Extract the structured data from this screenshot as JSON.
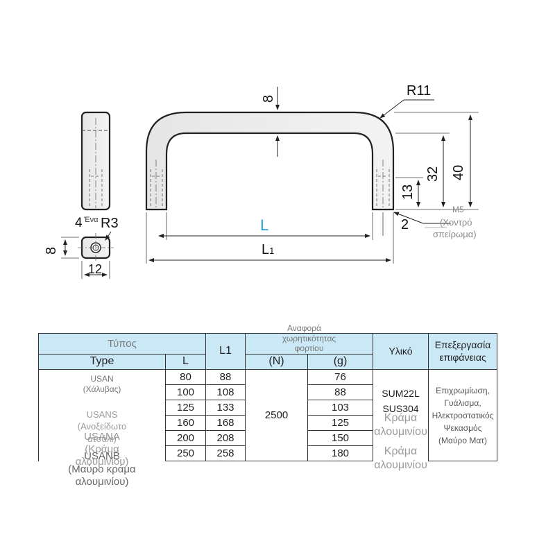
{
  "drawing": {
    "dim_R11": "R11",
    "dim_8_top": "8",
    "dim_32": "32",
    "dim_40": "40",
    "dim_13": "13",
    "dim_2": "2",
    "dim_M5": "M5",
    "note_M5": "(Χοντρό",
    "note_M5_2": "σπείρωμα)",
    "dim_L": "L",
    "dim_L1": "L",
    "dim_L1_sub": "1",
    "dim_4": "4",
    "dim_4_word": "Ένα",
    "dim_R3": "R3",
    "dim_8_side": "8",
    "dim_12": "12",
    "accent_color": "#2a9fd6"
  },
  "table": {
    "header_types_gr": "Τύπος",
    "header_type": "Type",
    "header_L": "L",
    "header_L1": "L1",
    "header_load_gr_1": "Αναφορά",
    "header_load_gr_2": "χωρητικότητας",
    "header_load_gr_3": "φορτίου",
    "header_N": "(N)",
    "header_g": "(g)",
    "header_material": "Υλικό",
    "header_surface_1": "Επεξεργασία",
    "header_surface_2": "επιφάνειας",
    "types": [
      "USAN",
      "(Χάλυβας)",
      "USANS",
      "(Ανοξείδωτο",
      "ατσάλι)",
      "USANA",
      "(Κράμα",
      "αλουμινίου)",
      "USANB",
      "(Μαύρο κράμα",
      "αλουμινίου)"
    ],
    "rows": [
      {
        "L": "80",
        "L1": "88",
        "g": "76"
      },
      {
        "L": "100",
        "L1": "108",
        "g": "88"
      },
      {
        "L": "125",
        "L1": "133",
        "g": "103"
      },
      {
        "L": "160",
        "L1": "168",
        "g": "125"
      },
      {
        "L": "200",
        "L1": "208",
        "g": "150"
      },
      {
        "L": "250",
        "L1": "258",
        "g": "180"
      }
    ],
    "load": "2500",
    "materials": [
      "SUM22L",
      "SUS304",
      "Κράμα",
      "αλουμινίου",
      "Κράμα",
      "αλουμινίου"
    ],
    "surfaces": [
      "Επιχρωμίωση,",
      "Γυάλισμα,",
      "Ηλεκτροστατικός",
      "Ψεκασμός",
      "(Μαύρο Ματ)"
    ]
  }
}
